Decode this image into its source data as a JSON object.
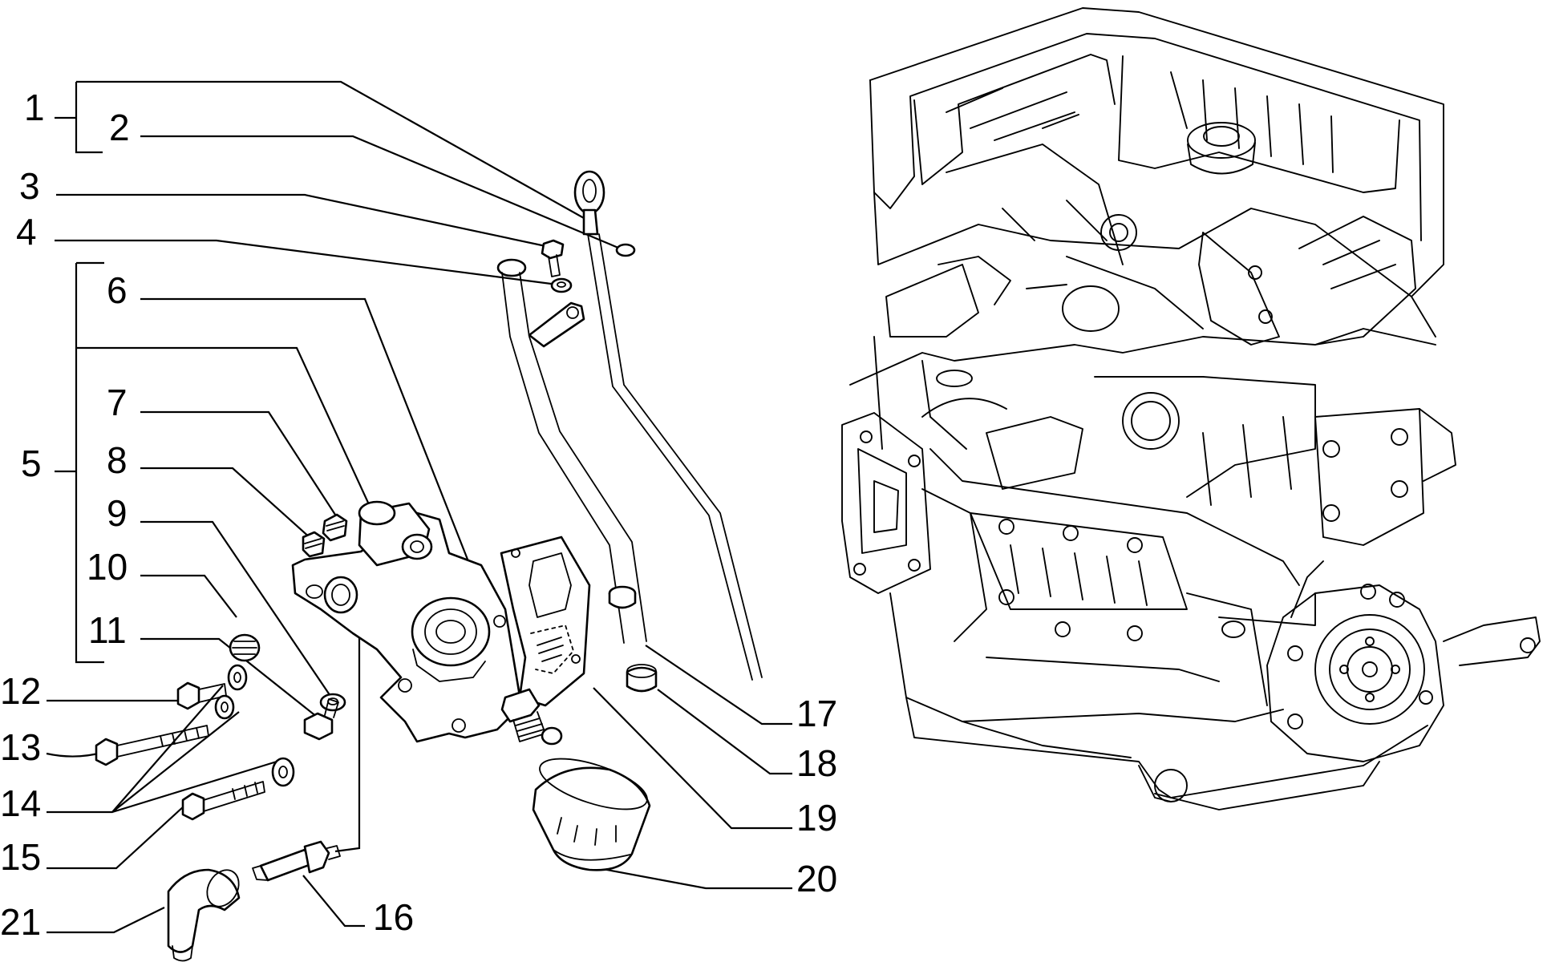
{
  "diagram": {
    "labels": [
      {
        "id": "1",
        "text": "1"
      },
      {
        "id": "2",
        "text": "2"
      },
      {
        "id": "3",
        "text": "3"
      },
      {
        "id": "4",
        "text": "4"
      },
      {
        "id": "5",
        "text": "5"
      },
      {
        "id": "6",
        "text": "6"
      },
      {
        "id": "7",
        "text": "7"
      },
      {
        "id": "8",
        "text": "8"
      },
      {
        "id": "9",
        "text": "9"
      },
      {
        "id": "10",
        "text": "10"
      },
      {
        "id": "11",
        "text": "11"
      },
      {
        "id": "12",
        "text": "12"
      },
      {
        "id": "13",
        "text": "13"
      },
      {
        "id": "14",
        "text": "14"
      },
      {
        "id": "15",
        "text": "15"
      },
      {
        "id": "16",
        "text": "16"
      },
      {
        "id": "17",
        "text": "17"
      },
      {
        "id": "18",
        "text": "18"
      },
      {
        "id": "19",
        "text": "19"
      },
      {
        "id": "20",
        "text": "20"
      },
      {
        "id": "21",
        "text": "21"
      }
    ],
    "line_color": "#000000",
    "background": "#ffffff"
  }
}
